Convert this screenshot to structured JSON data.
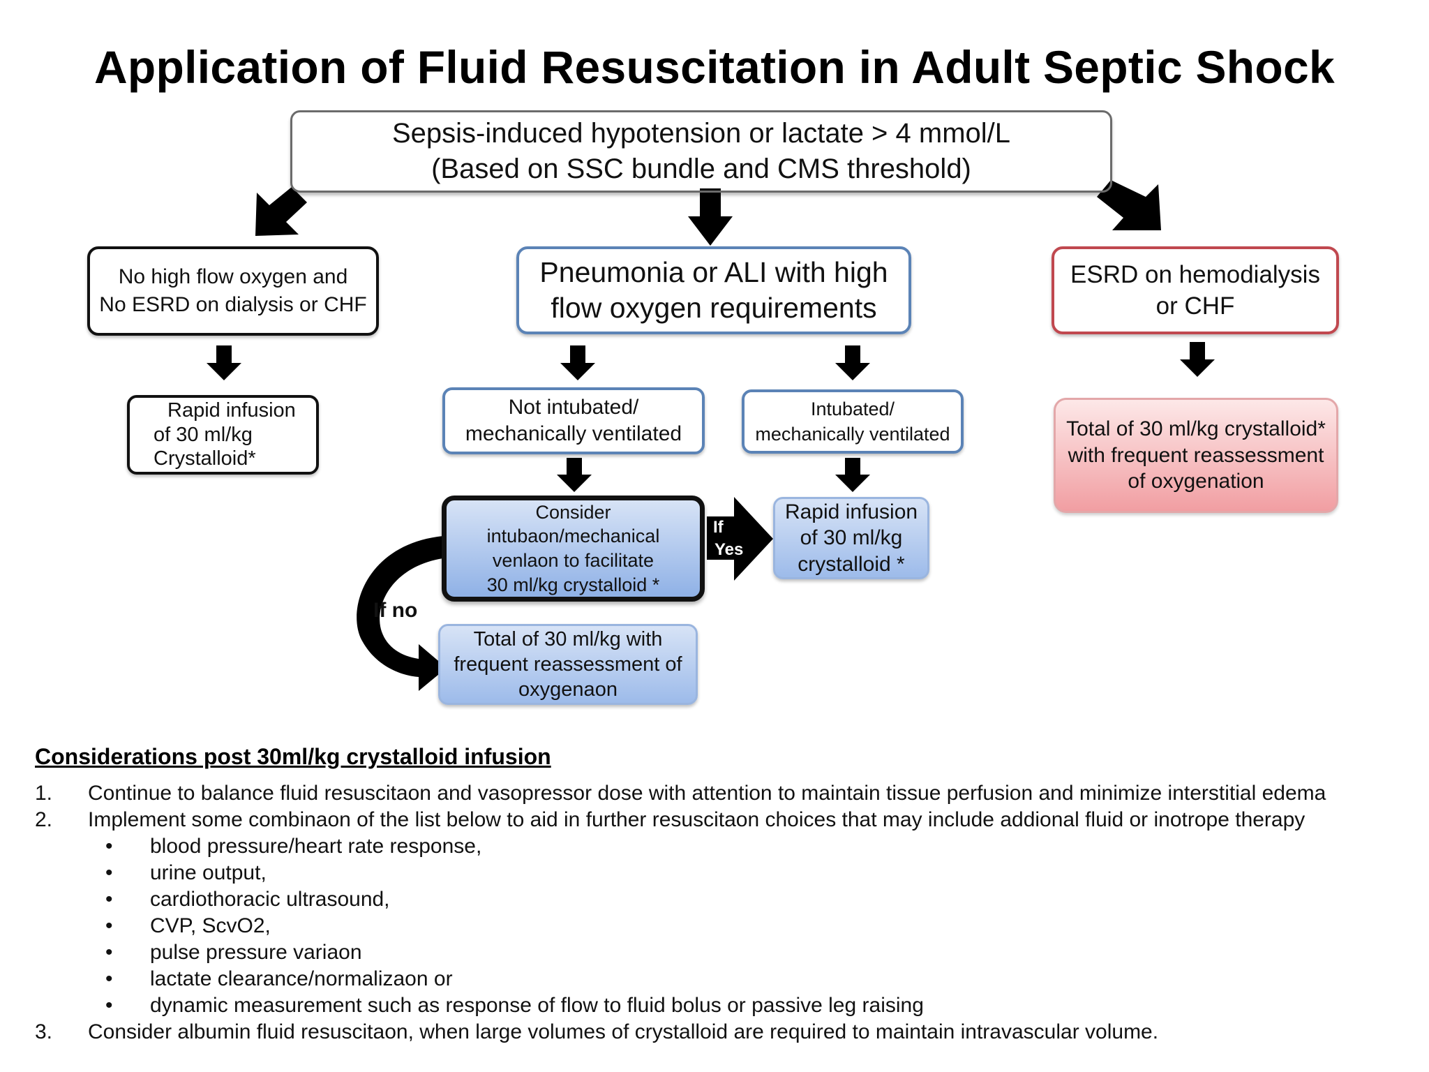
{
  "title": "Application of Fluid Resuscitation in Adult Septic Shock",
  "top_box": {
    "line1": "Sepsis-induced hypotension or lactate > 4 mmol/L",
    "line2": "(Based on SSC bundle and CMS threshold)"
  },
  "branch_left": {
    "condition": [
      "No high flow oxygen and",
      "No ESRD on dialysis or CHF"
    ],
    "action": [
      "Rapid infusion",
      "of 30 ml/kg",
      "Crystalloid*"
    ]
  },
  "branch_middle": {
    "condition": [
      "Pneumonia or ALI with high",
      "flow oxygen requirements"
    ],
    "not_intubated": [
      "Not intubated/",
      "mechanically ventilated"
    ],
    "intubated": [
      "Intubated/",
      "mechanically ventilated"
    ],
    "consider": [
      "Consider",
      "intubaon/mechanical",
      "venlaon to facilitate",
      "30 ml/kg crystalloid *"
    ],
    "rapid_infusion": [
      "Rapid infusion",
      "of 30 ml/kg",
      "crystalloid *"
    ],
    "total": [
      "Total of 30 ml/kg with",
      "frequent reassessment of",
      "oxygenaon"
    ],
    "if_no_label": "If no",
    "if_yes_label": [
      "If",
      "Yes"
    ]
  },
  "branch_right": {
    "condition": [
      "ESRD on hemodialysis",
      "or CHF"
    ],
    "action": [
      "Total of 30 ml/kg crystalloid*",
      "with frequent reassessment",
      "of oxygenation"
    ]
  },
  "colors": {
    "black_border": "#111111",
    "blue_border": "#5b83b6",
    "red_border": "#c0484f",
    "blue_fill": "#9dbbea",
    "pink_fill": "#f19ea2"
  },
  "considerations": {
    "heading": "Considerations post 30ml/kg crystalloid infusion",
    "items": [
      {
        "num": "1.",
        "text": "Continue to balance fluid resuscitaon and vasopressor dose with attention to maintain tissue perfusion and minimize interstitial edema"
      },
      {
        "num": "2.",
        "text": "Implement some combinaon of the list below to aid in further resuscitaon choices that may include addional fluid or inotrope therapy"
      },
      {
        "num": "3.",
        "text": "Consider albumin fluid resuscitaon, when large volumes of crystalloid are required to maintain intravascular volume."
      }
    ],
    "bullet_symbol": "•",
    "bullets": [
      "blood pressure/heart rate response,",
      "urine output,",
      "cardiothoracic ultrasound,",
      "CVP, ScvO2,",
      "pulse pressure variaon",
      "lactate clearance/normalizaon or",
      "dynamic measurement such as response of flow to fluid bolus or passive leg raising"
    ]
  }
}
